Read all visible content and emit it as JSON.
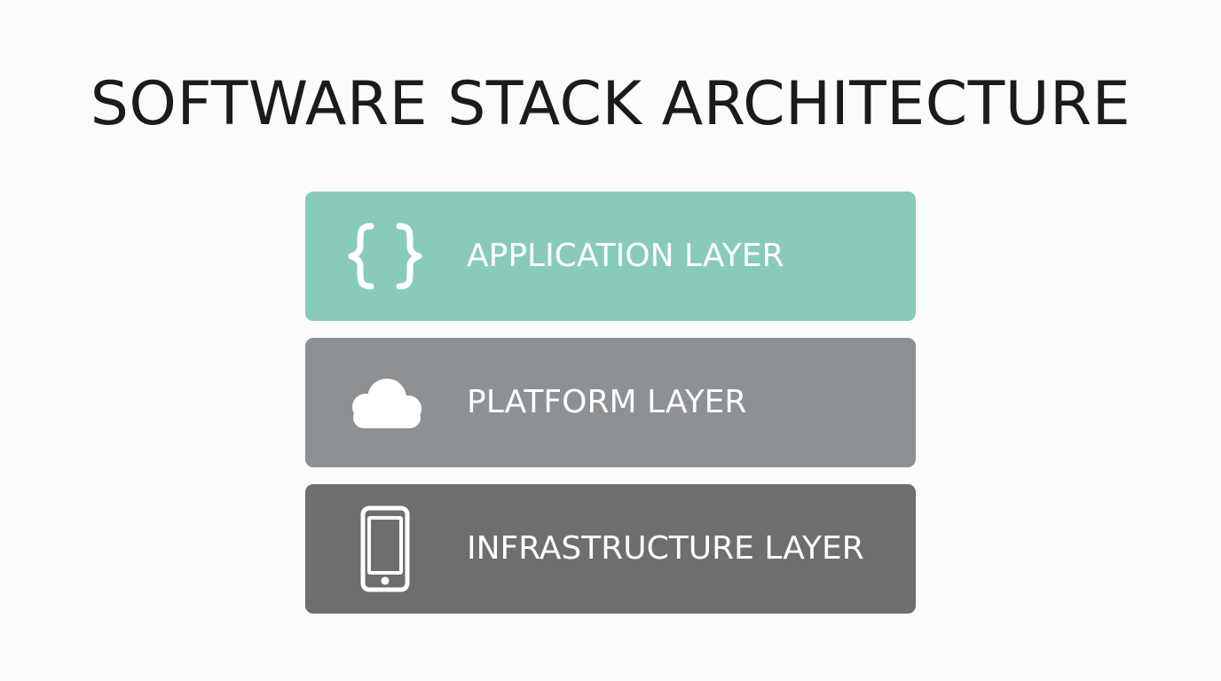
{
  "title": "SOFTWARE STACK ARCHITECTURE",
  "layers": [
    {
      "label": "APPLICATION LAYER",
      "icon": "code-braces-icon",
      "color": "#89cbbb"
    },
    {
      "label": "PLATFORM LAYER",
      "icon": "cloud-icon",
      "color": "#8e9194"
    },
    {
      "label": "INFRASTRUCTURE LAYER",
      "icon": "smartphone-icon",
      "color": "#6e6e6e"
    }
  ]
}
